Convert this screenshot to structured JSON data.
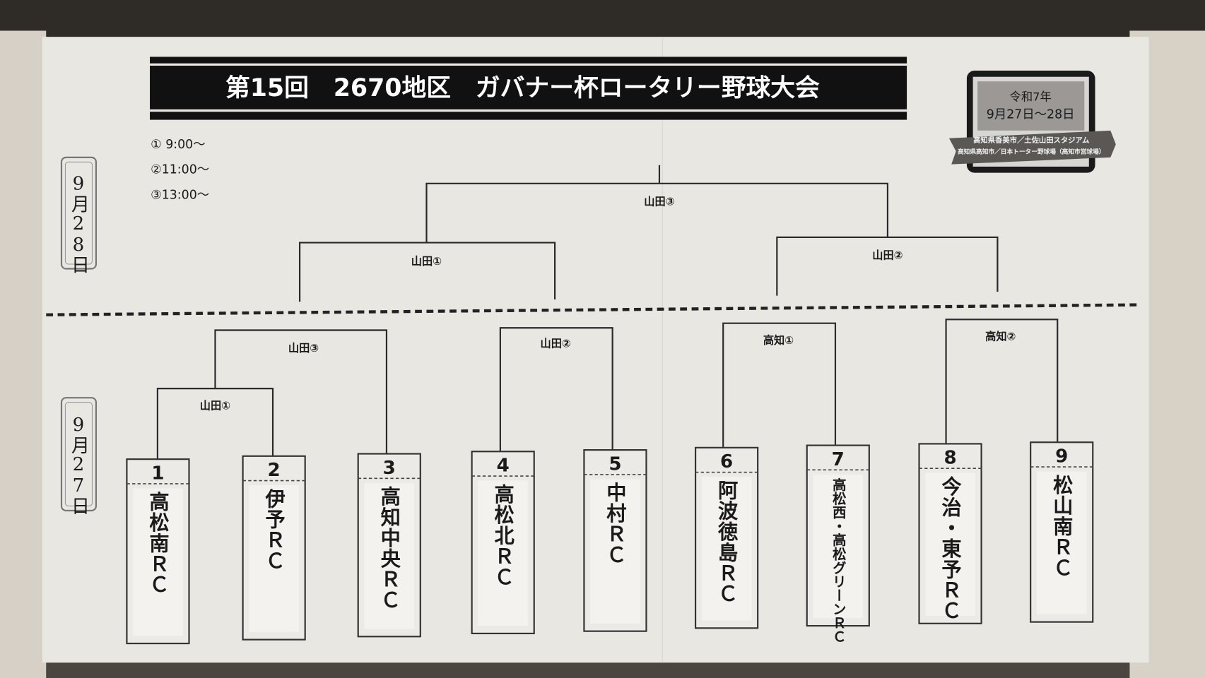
{
  "title": "第15回　2670地区　ガバナー杯ロータリー野球大会",
  "badge": {
    "era": "令和7年",
    "dates": "9月27日〜28日",
    "venue1": "高知県香美市／土佐山田スタジアム",
    "venue2": "高知県高知市／日本トーター野球場（高知市営球場）"
  },
  "times": [
    "① 9:00〜",
    "②11:00〜",
    "③13:00〜"
  ],
  "days": {
    "day2": "9月28日",
    "day1": "9月27日"
  },
  "day2_games": {
    "final": "山田③",
    "semi_left": "山田①",
    "semi_right": "山田②"
  },
  "day1_games": {
    "g1": "山田①",
    "g2": "山田③",
    "g3": "山田②",
    "g4": "高知①",
    "g5": "高知②"
  },
  "teams": [
    {
      "num": "1",
      "name": "高松南ＲＣ"
    },
    {
      "num": "2",
      "name": "伊予ＲＣ"
    },
    {
      "num": "3",
      "name": "高知中央ＲＣ"
    },
    {
      "num": "4",
      "name": "高松北ＲＣ"
    },
    {
      "num": "5",
      "name": "中村ＲＣ"
    },
    {
      "num": "6",
      "name": "阿波徳島ＲＣ"
    },
    {
      "num": "7",
      "name": "高松西・高松グリーンＲＣ"
    },
    {
      "num": "8",
      "name": "今治・東予ＲＣ"
    },
    {
      "num": "9",
      "name": "松山南ＲＣ"
    }
  ]
}
